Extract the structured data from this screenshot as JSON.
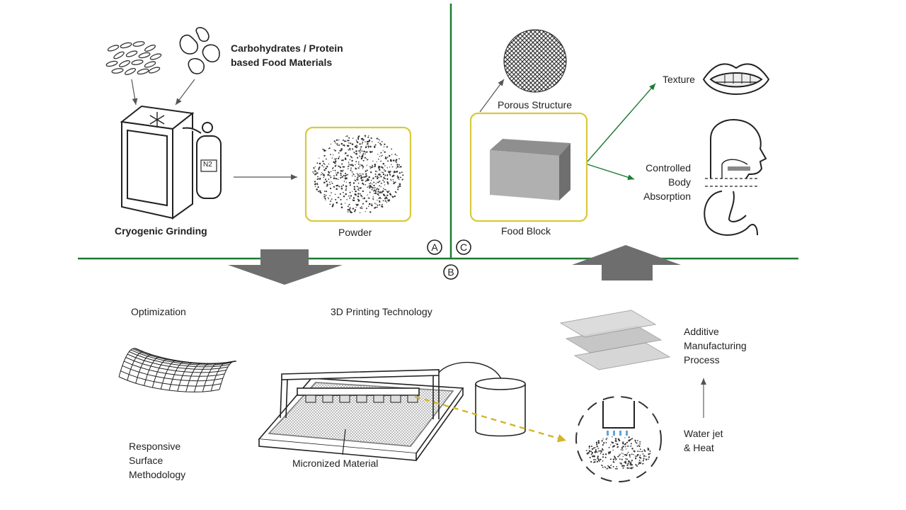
{
  "labels": {
    "carb_protein_line1": "Carbohydrates / Protein",
    "carb_protein_line2": "based Food Materials",
    "cryogenic_grinding": "Cryogenic Grinding",
    "n2": "N2",
    "powder": "Powder",
    "porous_structure": "Porous Structure",
    "food_block": "Food Block",
    "texture": "Texture",
    "controlled_body_absorption_line1": "Controlled",
    "controlled_body_absorption_line2": "Body",
    "controlled_body_absorption_line3": "Absorption",
    "section_a": "A",
    "section_b": "B",
    "section_c": "C",
    "optimization": "Optimization",
    "printing_technology": "3D Printing Technology",
    "rsm_line1": "Responsive",
    "rsm_line2": "Surface",
    "rsm_line3": "Methodology",
    "micronized_material": "Micronized Material",
    "additive_line1": "Additive",
    "additive_line2": "Manufacturing",
    "additive_line3": "Process",
    "water_jet_line1": "Water jet",
    "water_jet_line2": "& Heat"
  },
  "colors": {
    "divider_green": "#1e7a32",
    "highlight_yellow": "#d8c93c",
    "dashed_arrow_yellow": "#d4b52a",
    "block_arrow_gray": "#6e6e6e",
    "line_dark": "#222222",
    "droplet_blue": "#5aa7d8"
  }
}
